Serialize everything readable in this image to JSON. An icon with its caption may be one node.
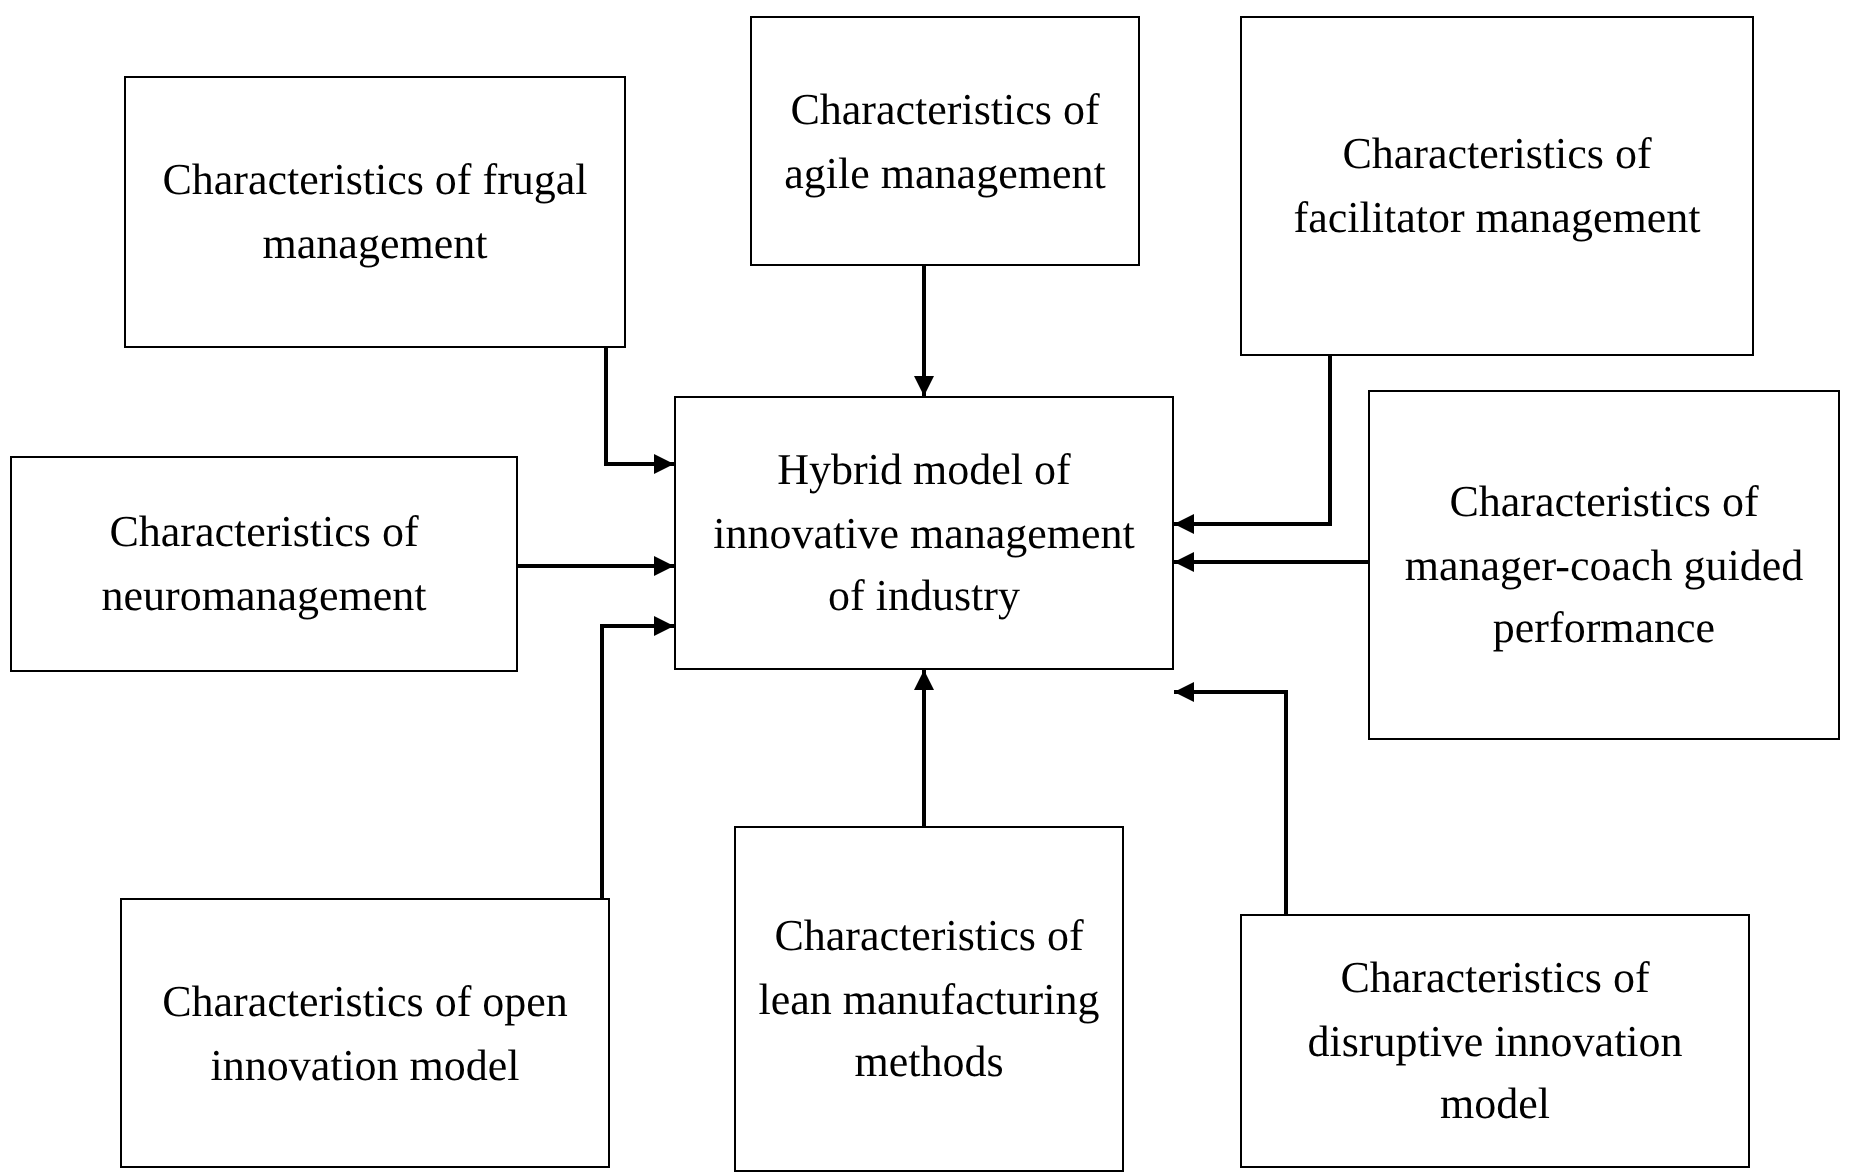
{
  "diagram": {
    "nodes": [
      {
        "text": [
          "Characteristics of frugal management"
        ]
      },
      {
        "text": [
          "Characteristics of agile management"
        ]
      },
      {
        "text": [
          "Characteristics of facilitator management"
        ]
      },
      {
        "text": [
          "Characteristics of neuromanagement"
        ]
      },
      {
        "text": [
          "Hybrid model of innovative management of industry"
        ]
      },
      {
        "text": [
          "Characteristics of manager-coach guided performance"
        ]
      },
      {
        "text": [
          "Characteristics of open innovation model"
        ]
      },
      {
        "text": [
          "Characteristics of lean manufacturing methods"
        ]
      },
      {
        "text": [
          "Characteristics of disruptive innovation model"
        ]
      }
    ],
    "edges": [
      {
        "from": 0,
        "to": 4,
        "arrow": "to"
      },
      {
        "from": 1,
        "to": 4,
        "arrow": "to"
      },
      {
        "from": 2,
        "to": 4,
        "arrow": "to"
      },
      {
        "from": 3,
        "to": 4,
        "arrow": "to"
      },
      {
        "from": 5,
        "to": 4,
        "arrow": "to"
      },
      {
        "from": 6,
        "to": 4,
        "arrow": "to"
      },
      {
        "from": 7,
        "to": 4,
        "arrow": "to"
      },
      {
        "from": 8,
        "to": 4,
        "arrow": "to"
      }
    ]
  }
}
